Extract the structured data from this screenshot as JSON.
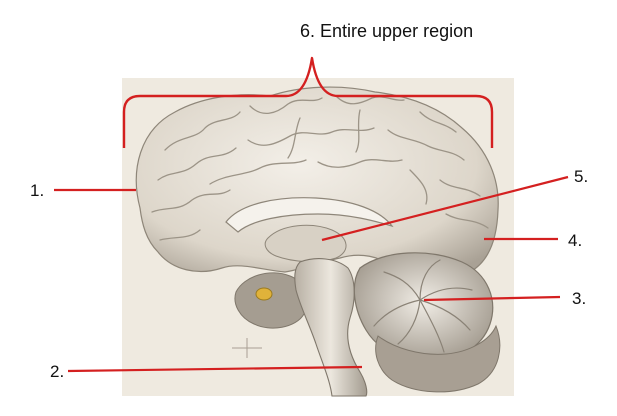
{
  "diagram": {
    "title_label": "6. Entire upper region",
    "labels": {
      "one": "1.",
      "two": "2.",
      "three": "3.",
      "four": "4.",
      "five": "5."
    },
    "colors": {
      "leader_line": "#d42020",
      "background_panel": "#efeae0",
      "brain_tissue": "#e7e1d6",
      "brain_shadow": "#b9b1a5",
      "gland_highlight": "#e0b23a"
    }
  }
}
